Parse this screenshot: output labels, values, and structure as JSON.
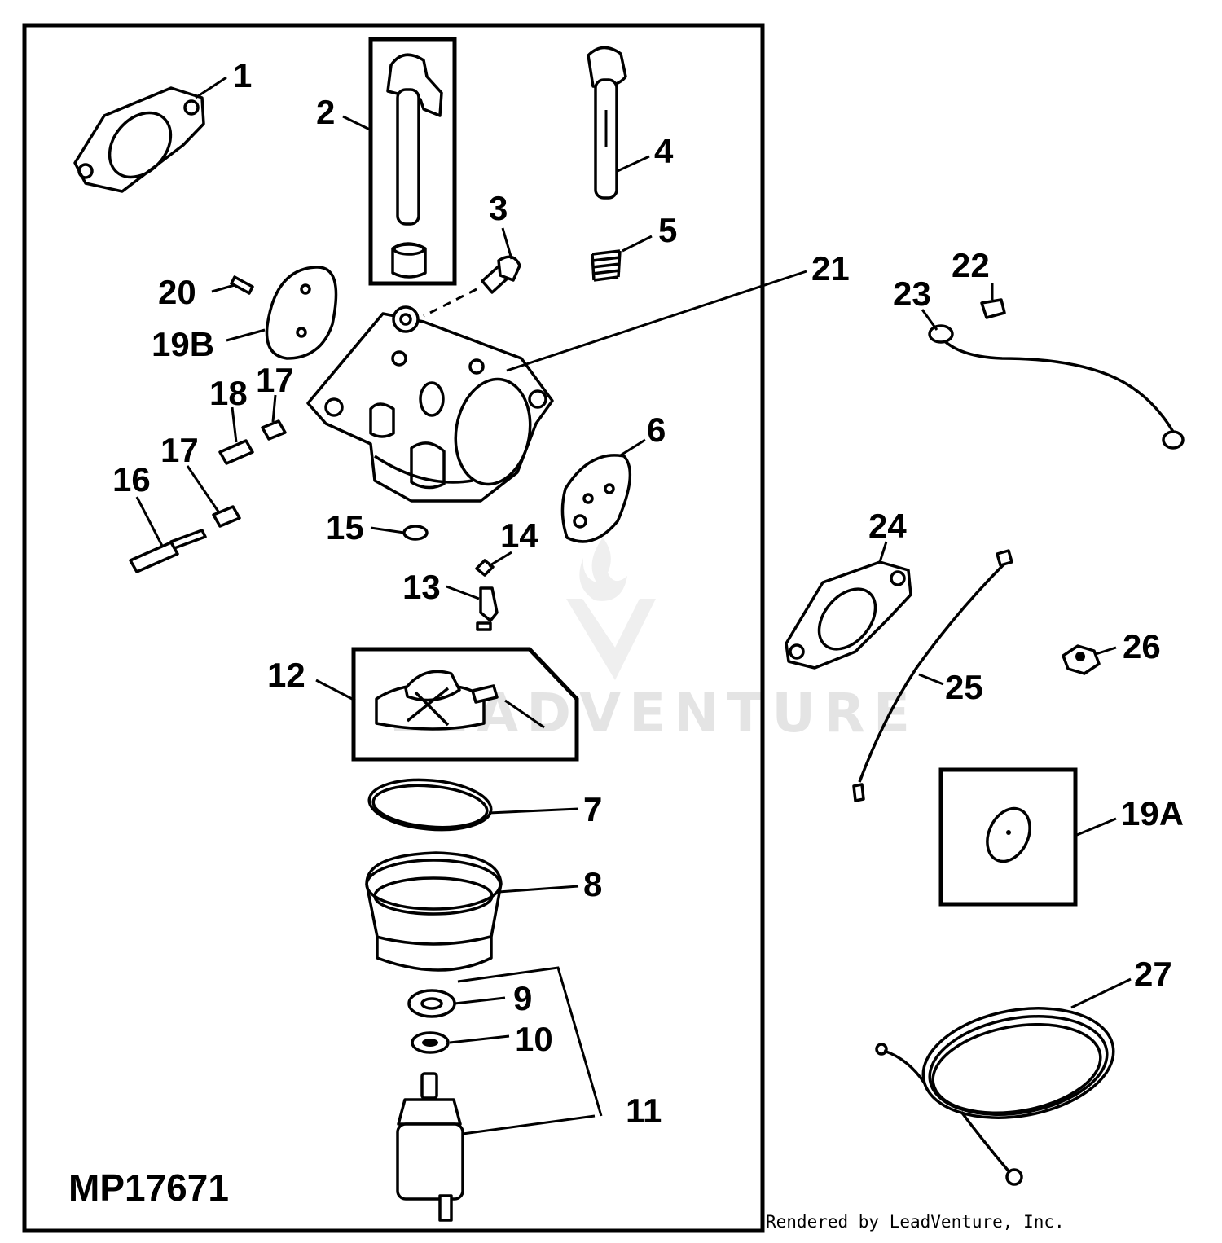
{
  "diagram": {
    "id_label": "MP17671",
    "watermark": "LEADVENTURE",
    "credit": "Rendered by LeadVenture, Inc.",
    "callouts": [
      "1",
      "2",
      "3",
      "4",
      "5",
      "6",
      "7",
      "8",
      "9",
      "10",
      "11",
      "12",
      "13",
      "14",
      "15",
      "16",
      "17",
      "17",
      "18",
      "19A",
      "19B",
      "20",
      "21",
      "22",
      "23",
      "24",
      "25",
      "26",
      "27"
    ]
  }
}
